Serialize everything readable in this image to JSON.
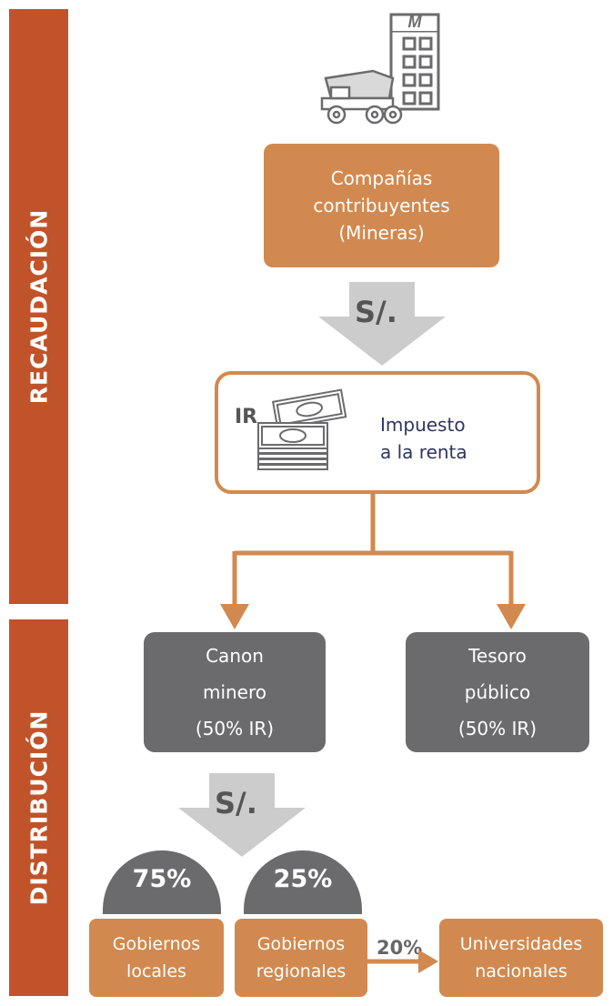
{
  "colors": {
    "sidebar": "#c0532a",
    "box_orange": "#d2894f",
    "box_grey": "#6b6b6d",
    "arrow_grey": "#cccccc",
    "connector": "#d2894f",
    "ir_text": "#2f3660"
  },
  "sidebar": {
    "recaudacion": "RECAUDACIÓN",
    "distribucion": "DISTRIBUCIÓN"
  },
  "icons": {
    "company": "mining-company-icon",
    "money": "banknotes-icon"
  },
  "company_logo_letter": "M",
  "nodes": {
    "companias": "Compañías\ncontribuyentes\n(Mineras)",
    "impuesto": "Impuesto\na la renta",
    "ir_tag": "IR",
    "canon": "Canon\nminero\n(50% IR)",
    "tesoro": "Tesoro\npúblico\n(50% IR)",
    "gob_locales": "Gobiernos\nlocales",
    "gob_regionales": "Gobiernos\nregionales",
    "universidades": "Universidades\nnacionales"
  },
  "arrows": {
    "currency_top": "S/.",
    "currency_bottom": "S/."
  },
  "percentages": {
    "locales": "75%",
    "regionales": "25%",
    "universidades": "20%"
  }
}
